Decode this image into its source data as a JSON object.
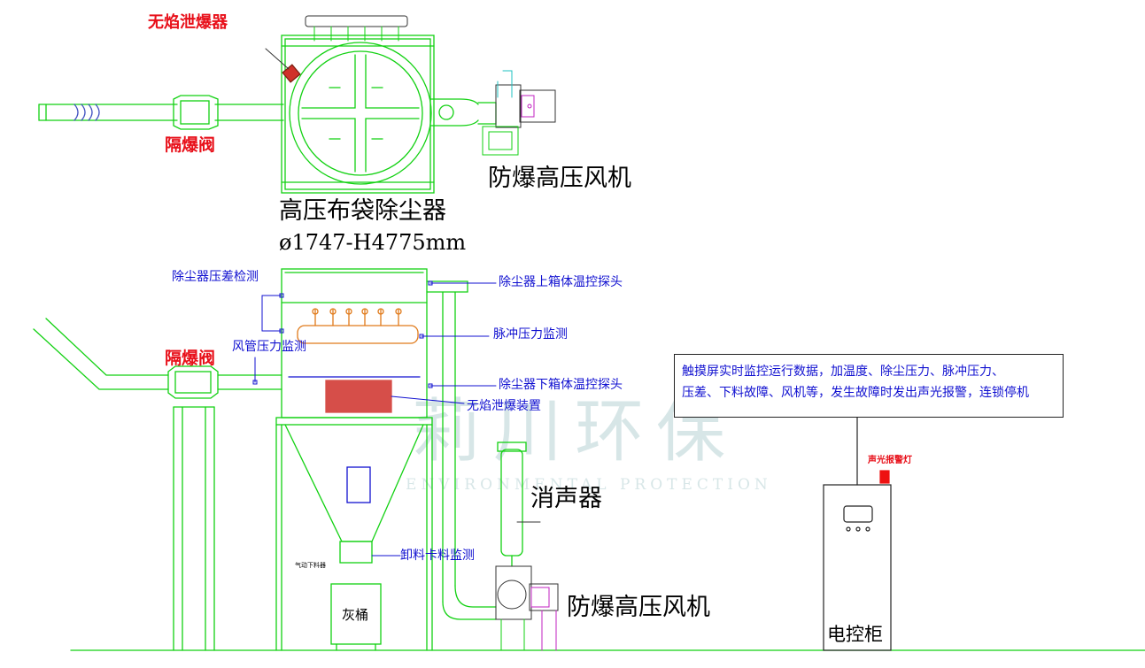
{
  "labels": {
    "flameless_vent_top": "无焰泄爆器",
    "isolation_valve_top": "隔爆阀",
    "fan_top": "防爆高压风机",
    "collector_title": "高压布袋除尘器",
    "collector_dims": "ø1747-H4775mm",
    "dp_monitor": "除尘器压差检测",
    "duct_pressure": "风管压力监测",
    "isolation_valve_bottom": "隔爆阀",
    "upper_temp_probe": "除尘器上箱体温控探头",
    "pulse_pressure": "脉冲压力监测",
    "lower_temp_probe": "除尘器下箱体温控探头",
    "flameless_vent_device": "无焰泄爆装置",
    "silencer": "消声器",
    "discharge_monitor": "卸料卡料监测",
    "pneumatic_valve": "气动下料器",
    "ash_bin": "灰桶",
    "fan_bottom": "防爆高压风机",
    "alarm_light": "声光报警灯",
    "control_cabinet": "电控柜"
  },
  "note": {
    "line1": "触摸屏实时监控运行数据，加温度、除尘压力、脉冲压力、",
    "line2": "压差、下料故障、风机等，发生故障时发出声光报警，连锁停机"
  },
  "watermark": {
    "brand": "莉川环保",
    "sub": "ENVIRONMENTAL PROTECTION"
  },
  "colors": {
    "equipment_line": "#12d112",
    "piping_line": "#12c412",
    "label_red": "#e8101a",
    "label_blue": "#1010d0",
    "explosion_vent": "#d0302a",
    "pulse_header": "#e07a1a",
    "motor_magenta": "#c020c0",
    "alarm_light": "#ee1111"
  }
}
